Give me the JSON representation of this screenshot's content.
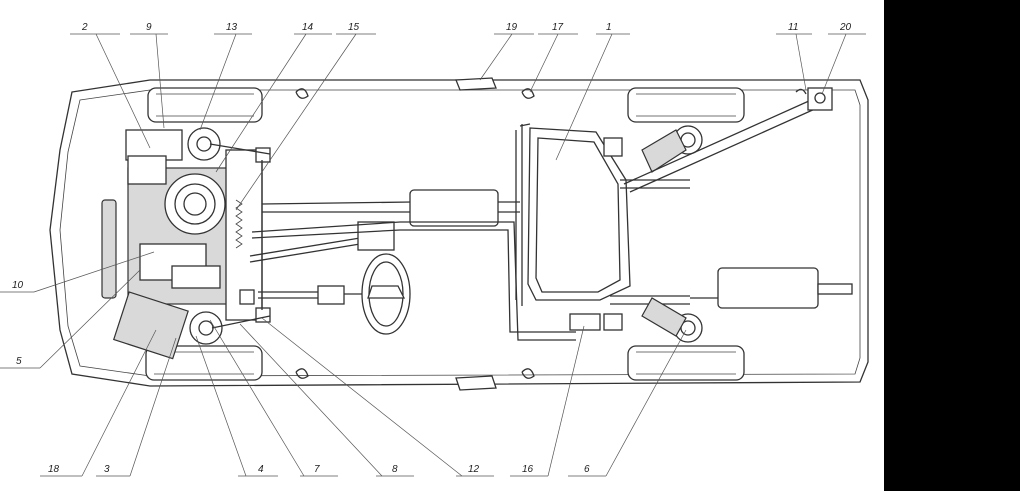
{
  "callouts": [
    {
      "id": "c2",
      "text": "2"
    },
    {
      "id": "c9",
      "text": "9"
    },
    {
      "id": "c13",
      "text": "13"
    },
    {
      "id": "c14",
      "text": "14"
    },
    {
      "id": "c15",
      "text": "15"
    },
    {
      "id": "c19",
      "text": "19"
    },
    {
      "id": "c17",
      "text": "17"
    },
    {
      "id": "c1",
      "text": "1"
    },
    {
      "id": "c11",
      "text": "11"
    },
    {
      "id": "c20",
      "text": "20"
    },
    {
      "id": "c10",
      "text": "10"
    },
    {
      "id": "c5",
      "text": "5"
    },
    {
      "id": "c18",
      "text": "18"
    },
    {
      "id": "c3",
      "text": "3"
    },
    {
      "id": "c4",
      "text": "4"
    },
    {
      "id": "c7",
      "text": "7"
    },
    {
      "id": "c8",
      "text": "8"
    },
    {
      "id": "c12",
      "text": "12"
    },
    {
      "id": "c16",
      "text": "16"
    },
    {
      "id": "c6",
      "text": "6"
    }
  ],
  "colors": {
    "background": "#000000",
    "paper": "#ffffff",
    "ink": "#333333"
  }
}
